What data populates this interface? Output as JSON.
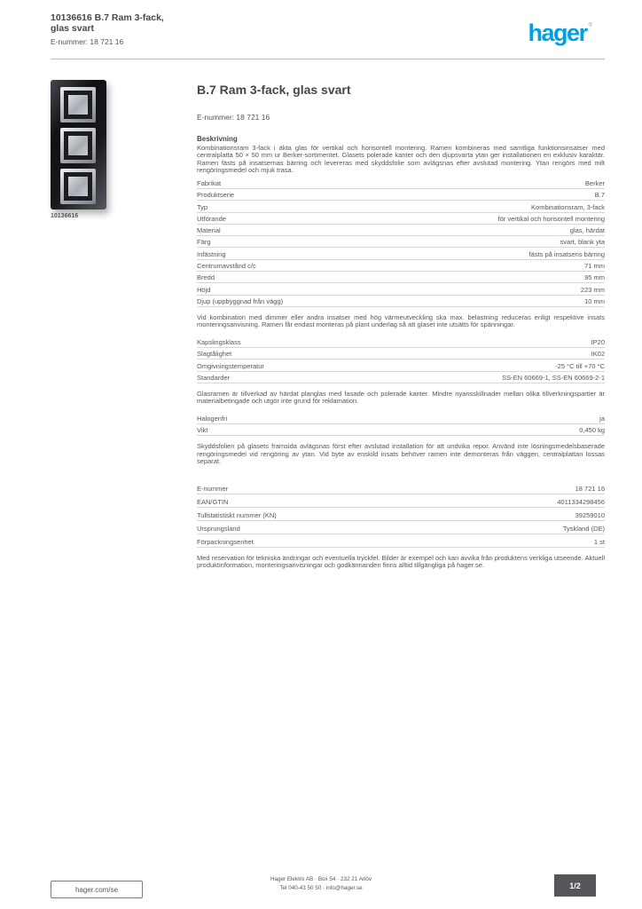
{
  "header": {
    "title_line1": "10136616 B.7 Ram 3-fack,",
    "title_line2": "glas svart",
    "subtitle": "E-nummer: 18 721 16",
    "logo_text": "hager",
    "logo_reg": "®",
    "logo_color": "#00A0E1"
  },
  "product": {
    "photo_caption": "10136616",
    "title": "B.7 Ram 3-fack, glas svart",
    "reference": "E-nummer: 18 721 16"
  },
  "description": {
    "label": "Beskrivning",
    "text": "Kombinationsram 3-fack i äkta glas för vertikal och horisontell montering. Ramen kombineras med samtliga funktionsinsatser med centralplatta 50 × 50 mm ur Berker-sortimentet. Glasets polerade kanter och den djupsvarta ytan ger installationen en exklusiv karaktär. Ramen fästs på insatsernas bärring och levereras med skyddsfolie som avlägsnas efter avslutad montering. Ytan rengörs med milt rengöringsmedel och mjuk trasa."
  },
  "specs": {
    "blocks": [
      {
        "type": "rows",
        "items": [
          {
            "label": "Fabrikat",
            "value": "Berker"
          },
          {
            "label": "Produktserie",
            "value": "B.7"
          },
          {
            "label": "Typ",
            "value": "Kombinationsram, 3-fack"
          },
          {
            "label": "Utförande",
            "value": "för vertikal och horisontell montering"
          },
          {
            "label": "Material",
            "value": "glas, härdat"
          },
          {
            "label": "Färg",
            "value": "svart, blank yta"
          },
          {
            "label": "Infästning",
            "value": "fästs på insatsens bärring"
          },
          {
            "label": "Centrumavstånd c/c",
            "value": "71 mm"
          },
          {
            "label": "Bredd",
            "value": "95 mm"
          },
          {
            "label": "Höjd",
            "value": "223 mm"
          },
          {
            "label": "Djup (uppbyggnad från vägg)",
            "value": "10 mm"
          }
        ]
      },
      {
        "type": "note",
        "text": "Vid kombination med dimmer eller andra insatser med hög värmeutveckling ska max. belastning reduceras enligt respektive insats monteringsanvisning. Ramen får endast monteras på plant underlag så att glaset inte utsätts för spänningar."
      },
      {
        "type": "rows",
        "items": [
          {
            "label": "Kapslingsklass",
            "value": "IP20"
          },
          {
            "label": "Slagtålighet",
            "value": "IK02"
          },
          {
            "label": "Omgivningstemperatur",
            "value": "-25 °C till +70 °C"
          },
          {
            "label": "Standarder",
            "value": "SS-EN 60669-1, SS-EN 60669-2-1"
          }
        ]
      },
      {
        "type": "note",
        "text": "Glasramen är tillverkad av härdat planglas med fasade och polerade kanter. Mindre nyansskillnader mellan olika tillverkningspartier är materialbetingade och utgör inte grund för reklamation."
      },
      {
        "type": "rows",
        "items": [
          {
            "label": "Halogenfri",
            "value": "ja"
          },
          {
            "label": "Vikt",
            "value": "0,450 kg"
          }
        ]
      },
      {
        "type": "note",
        "text": "Skyddsfolien på glasets framsida avlägsnas först efter avslutad installation för att undvika repor. Använd inte lösningsmedelsbaserade rengöringsmedel vid rengöring av ytan. Vid byte av enskild insats behöver ramen inte demonteras från väggen, centralplattan lossas separat."
      },
      {
        "type": "gap"
      },
      {
        "type": "rows",
        "rows_class": "rows-c",
        "items": [
          {
            "label": "E-nummer",
            "value": "18 721 16"
          },
          {
            "label": "EAN/GTIN",
            "value": "4011334298456"
          },
          {
            "label": "Tullstatistiskt nummer (KN)",
            "value": "39259010"
          },
          {
            "label": "Ursprungsland",
            "value": "Tyskland (DE)"
          },
          {
            "label": "Förpackningsenhet",
            "value": "1 st"
          }
        ]
      },
      {
        "type": "note",
        "text": "Med reservation för tekniska ändringar och eventuella tryckfel. Bilder är exempel och kan avvika från produktens verkliga utseende. Aktuell produktinformation, monteringsanvisningar och godkännanden finns alltid tillgängliga på hager.se."
      }
    ]
  },
  "footer": {
    "link": "hager.com/se",
    "center_line1": "Hager Elektro AB · Box 54 · 232 21 Arlöv",
    "center_line2": "Tel 040-43 50 50 · info@hager.se",
    "page_indicator": "1/2"
  }
}
